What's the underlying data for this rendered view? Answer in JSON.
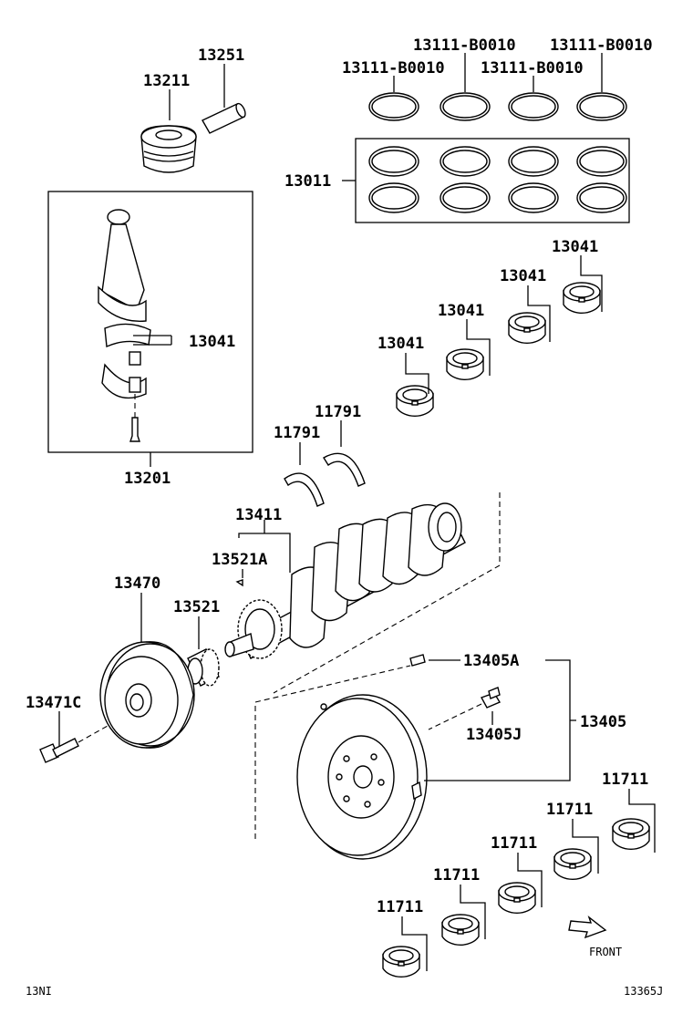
{
  "labels": {
    "ring_a": "13111-B0010",
    "ring_b": "13111-B0010",
    "ring_c": "13111-B0010",
    "ring_d": "13111-B0010",
    "pin": "13251",
    "piston": "13211",
    "ring_set": "13011",
    "bearing_rod": "13041",
    "bearing_1": "13041",
    "bearing_2": "13041",
    "bearing_3": "13041",
    "bearing_4": "13041",
    "conrod": "13201",
    "thrust_1": "11791",
    "thrust_2": "11791",
    "crankshaft": "13411",
    "key": "13521A",
    "pulley": "13470",
    "gear": "13521",
    "pulley_bolt": "13471C",
    "dowel": "13405A",
    "flywheel": "13405",
    "fw_bolt": "13405J",
    "main_1": "11711",
    "main_2": "11711",
    "main_3": "11711",
    "main_4": "11711",
    "main_5": "11711",
    "front": "FRONT",
    "corner_left": "13NI",
    "corner_right": "13365J"
  }
}
